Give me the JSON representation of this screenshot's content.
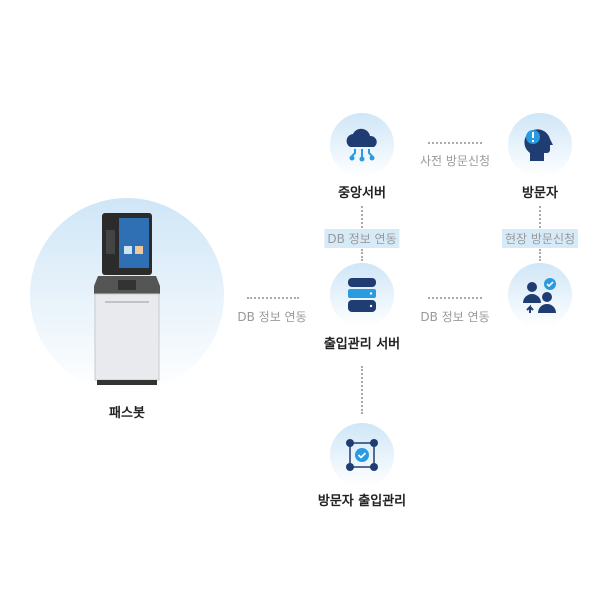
{
  "kiosk": {
    "label": "패스봇"
  },
  "nodes": {
    "central_server": {
      "label": "중앙서버",
      "icon": "cloud-network-icon"
    },
    "visitor": {
      "label": "방문자",
      "icon": "head-alert-icon"
    },
    "access_server": {
      "label": "출입관리 서버",
      "icon": "database-icon"
    },
    "onsite": {
      "icon": "users-check-icon"
    },
    "visitor_access": {
      "label": "방문자 출입관리",
      "icon": "network-check-icon"
    }
  },
  "links": {
    "pre_apply": "사전 방문신청",
    "db_sync_vertical": "DB 정보 연동",
    "onsite_apply": "현장 방문신청",
    "db_sync_right": "DB 정보 연동",
    "db_sync_left": "DB 정보 연동"
  },
  "colors": {
    "navy": "#1f3d73",
    "accent": "#2a9be0",
    "highlight": "#d6eaf8"
  }
}
